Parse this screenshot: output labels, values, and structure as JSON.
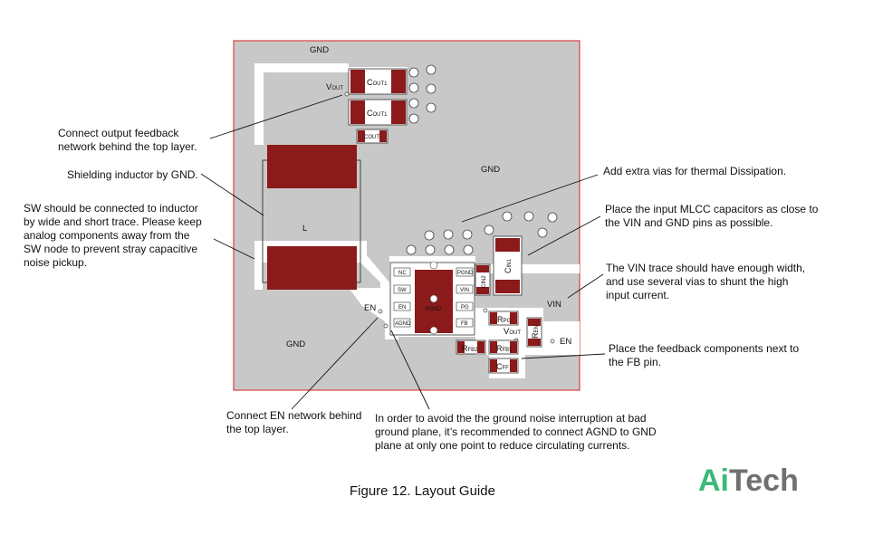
{
  "board": {
    "gnd_top": "GND",
    "gnd_mid": "GND",
    "gnd_bottom": "GND",
    "vin": "VIN",
    "en_left": "EN",
    "en_right": "EN",
    "vout_top_main": "V",
    "vout_top_sub": "OUT",
    "vout_mid_main": "V",
    "vout_mid_sub": "OUT",
    "inductor": "L",
    "cout1_main": "C",
    "cout1_sub": "OUT1",
    "cout2_main": "C",
    "cout2_sub": "OUT1",
    "cout3_main": "C",
    "cout3_sub": "OUT",
    "cin1_main": "C",
    "cin1_sub": "IN1",
    "cin2_main": "C",
    "cin2_sub": "IN2",
    "rpg_main": "R",
    "rpg_sub": "PG",
    "ren_main": "R",
    "ren_sub": "EN",
    "rfb1_main": "R",
    "rfb1_sub": "FB1",
    "rfb2_main": "R",
    "rfb2_sub": "FB2",
    "cff_main": "C",
    "cff_sub": "FF",
    "pgnd_pad": "PGND",
    "pins": {
      "nc": "NC",
      "sw": "SW",
      "en": "EN",
      "agnd": "AGND",
      "pgnd": "PGND",
      "vin": "VIN",
      "pg": "PG",
      "fb": "FB"
    }
  },
  "notes": {
    "feedback": [
      "Connect  output feedback",
      "network  behind  the top layer."
    ],
    "shield": [
      "Shielding inductor by GND."
    ],
    "sw": [
      "SW should be connected to inductor",
      "by wide and short trace. Please keep",
      "analog components away from the",
      "SW node to prevent stray capacitive",
      "noise pickup."
    ],
    "vias": [
      "Add extra vias for thermal Dissipation."
    ],
    "mlcc": [
      "Place the input MLCC capacitors as close to",
      "the VIN and GND pins as possible."
    ],
    "vin_trace": [
      "The VIN trace should have enough width,",
      "and use several vias to shunt the high",
      "input current."
    ],
    "fb_components": [
      "Place the feedback components next to",
      "the FB pin."
    ],
    "en_network": [
      "Connect EN network behind",
      "the top layer."
    ],
    "agnd": [
      "In order to avoid the the ground noise interruption at bad",
      "ground plane, it’s recommended to connect AGND to GND",
      "plane at only one point to reduce circulating currents."
    ]
  },
  "caption": "Figure 12. Layout Guide",
  "logo": {
    "part1": "Ai",
    "part2": "Tech"
  },
  "colors": {
    "copper": "#8b1a1a",
    "plane": "#c8c8c8",
    "border": "#e04040",
    "trace": "#ffffff",
    "logo_green": "#3cb878",
    "logo_gray": "#707070"
  }
}
